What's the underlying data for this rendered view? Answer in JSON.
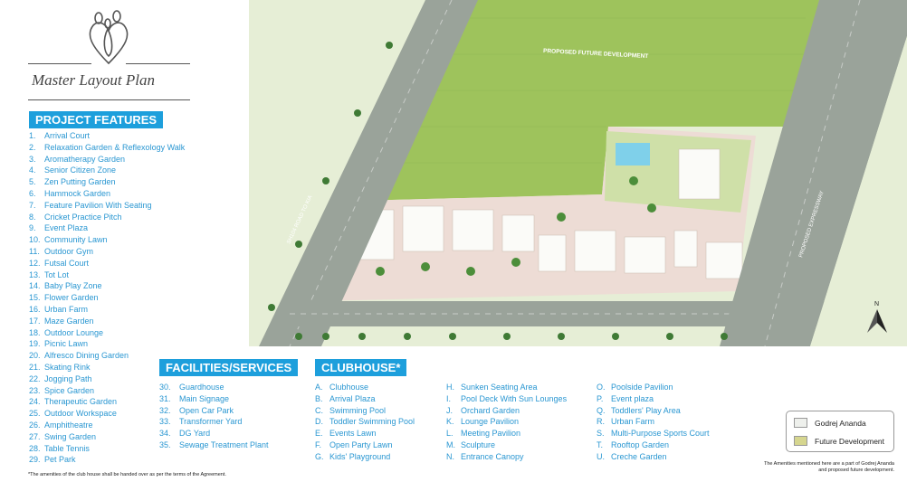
{
  "header": {
    "title": "Master Layout Plan"
  },
  "project_features": {
    "heading": "PROJECT FEATURES",
    "items": [
      [
        "1.",
        "Arrival Court"
      ],
      [
        "2.",
        "Relaxation Garden & Reflexology Walk"
      ],
      [
        "3.",
        "Aromatherapy Garden"
      ],
      [
        "4.",
        "Senior Citizen Zone"
      ],
      [
        "5.",
        "Zen Putting Garden"
      ],
      [
        "6.",
        "Hammock Garden"
      ],
      [
        "7.",
        "Feature Pavilion With Seating"
      ],
      [
        "8.",
        "Cricket Practice Pitch"
      ],
      [
        "9.",
        "Event Plaza"
      ],
      [
        "10.",
        "Community Lawn"
      ],
      [
        "11.",
        "Outdoor Gym"
      ],
      [
        "12.",
        "Futsal Court"
      ],
      [
        "13.",
        "Tot Lot"
      ],
      [
        "14.",
        "Baby Play Zone"
      ],
      [
        "15.",
        "Flower Garden"
      ],
      [
        "16.",
        "Urban Farm"
      ],
      [
        "17.",
        "Maze Garden"
      ],
      [
        "18.",
        "Outdoor Lounge"
      ],
      [
        "19.",
        "Picnic Lawn"
      ],
      [
        "20.",
        "Alfresco Dining Garden"
      ],
      [
        "21.",
        "Skating Rink"
      ],
      [
        "22.",
        "Jogging Path"
      ],
      [
        "23.",
        "Spice Garden"
      ],
      [
        "24.",
        "Therapeutic Garden"
      ],
      [
        "25.",
        "Outdoor Workspace"
      ],
      [
        "26.",
        "Amphitheatre"
      ],
      [
        "27.",
        "Swing Garden"
      ],
      [
        "28.",
        "Table Tennis"
      ],
      [
        "29.",
        "Pet Park"
      ]
    ]
  },
  "facilities": {
    "heading": "FACILITIES/SERVICES",
    "items": [
      [
        "30.",
        "Guardhouse"
      ],
      [
        "31.",
        "Main Signage"
      ],
      [
        "32.",
        "Open Car Park"
      ],
      [
        "33.",
        "Transformer Yard"
      ],
      [
        "34.",
        "DG Yard"
      ],
      [
        "35.",
        "Sewage Treatment Plant"
      ]
    ]
  },
  "clubhouse": {
    "heading": "CLUBHOUSE*",
    "col1": [
      [
        "A.",
        "Clubhouse"
      ],
      [
        "B.",
        "Arrival Plaza"
      ],
      [
        "C.",
        "Swimming Pool"
      ],
      [
        "D.",
        "Toddler Swimming Pool"
      ],
      [
        "E.",
        "Events Lawn"
      ],
      [
        "F.",
        "Open Party Lawn"
      ],
      [
        "G.",
        "Kids' Playground"
      ]
    ],
    "col2": [
      [
        "H.",
        "Sunken Seating Area"
      ],
      [
        "I.",
        "Pool Deck With Sun Lounges"
      ],
      [
        "J.",
        "Orchard Garden"
      ],
      [
        "K.",
        "Lounge Pavilion"
      ],
      [
        "L.",
        "Meeting Pavilion"
      ],
      [
        "M.",
        "Sculpture"
      ],
      [
        "N.",
        "Entrance Canopy"
      ]
    ],
    "col3": [
      [
        "O.",
        "Poolside Pavilion"
      ],
      [
        "P.",
        "Event plaza"
      ],
      [
        "Q.",
        "Toddlers' Play Area"
      ],
      [
        "R.",
        "Urban Farm"
      ],
      [
        "S.",
        "Multi-Purpose Sports Court"
      ],
      [
        "T.",
        "Rooftop Garden"
      ],
      [
        "U.",
        "Creche Garden"
      ]
    ]
  },
  "footnote": "*The amenities of the club house shall be handed over as per the terms of the Agreement.",
  "legend": {
    "items": [
      {
        "label": "Godrej Ananda",
        "color": "#eef0ec"
      },
      {
        "label": "Future Development",
        "color": "#d6d68f"
      }
    ]
  },
  "amenities_note": [
    "The Amenities mentioned here are a part of Godrej Ananda",
    "and proposed future development."
  ],
  "map": {
    "future_label": "PROPOSED FUTURE DEVELOPMENT",
    "road_left": "SH104   ROAD TO KIA",
    "expressway": "PROPOSED EXPRESSWAY",
    "north": "N"
  }
}
